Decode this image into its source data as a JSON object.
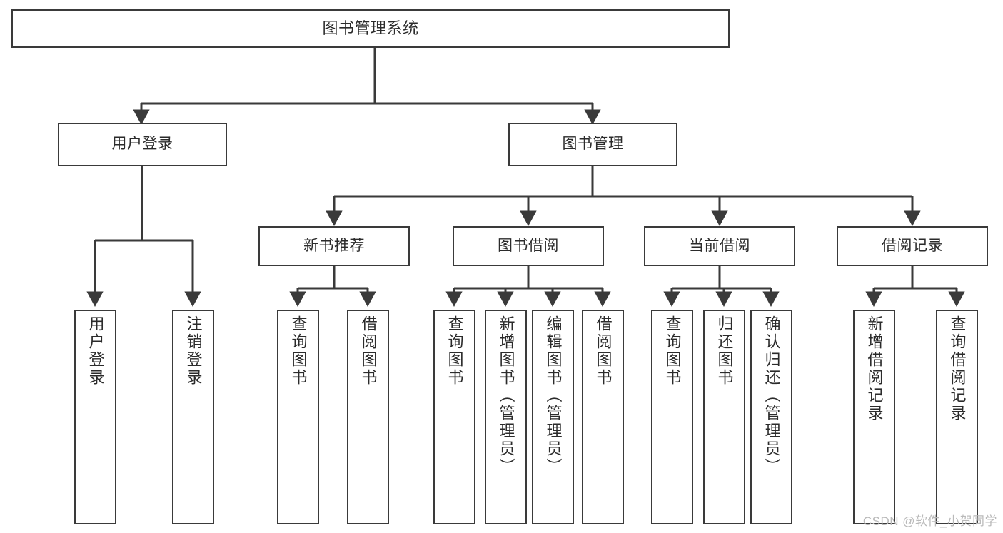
{
  "diagram": {
    "title": "图书管理系统",
    "type": "hierarchy-tree",
    "colors": {
      "stroke": "#3a3a3a",
      "fill": "#ffffff",
      "text": "#2b2b2b",
      "watermark": "#b9b9b9"
    },
    "root": {
      "label": "图书管理系统"
    },
    "level2": [
      {
        "label": "用户登录"
      },
      {
        "label": "图书管理"
      }
    ],
    "level3": [
      {
        "label": "新书推荐"
      },
      {
        "label": "图书借阅"
      },
      {
        "label": "当前借阅"
      },
      {
        "label": "借阅记录"
      }
    ],
    "leaves": [
      {
        "label": "用户登录"
      },
      {
        "label": "注销登录"
      },
      {
        "label": "查询图书"
      },
      {
        "label": "借阅图书"
      },
      {
        "label": "查询图书"
      },
      {
        "label": "新增图书（管理员）"
      },
      {
        "label": "编辑图书（管理员）"
      },
      {
        "label": "借阅图书"
      },
      {
        "label": "查询图书"
      },
      {
        "label": "归还图书"
      },
      {
        "label": "确认归还（管理员）"
      },
      {
        "label": "新增借阅记录"
      },
      {
        "label": "查询借阅记录"
      }
    ]
  },
  "watermark": {
    "text": "CSDN @软件_小贺同学"
  }
}
